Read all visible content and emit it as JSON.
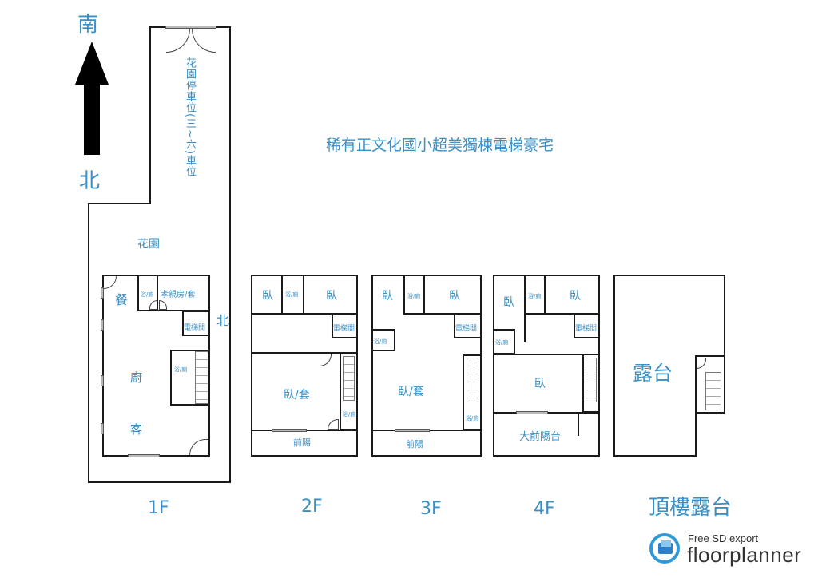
{
  "title": "稀有正文化國小超美獨棟電梯豪宅",
  "compass": {
    "top_label": "南",
    "bottom_label": "北",
    "arrow_icon": "arrow-up-icon"
  },
  "floors": {
    "f1": {
      "label": "1F",
      "parking_label": "花園停車位(三~六)車位",
      "garden_label": "花園",
      "north_label": "北",
      "rooms": {
        "dining": "餐",
        "kitchen": "廚",
        "living": "客",
        "bath1": "浴/廁",
        "parents_suite": "孝親房/套",
        "elevator": "電梯間",
        "bath2": "浴/廁"
      }
    },
    "f2": {
      "label": "2F",
      "rooms": {
        "bedroom_left": "臥",
        "bath_top": "浴/廁",
        "bedroom_right": "臥",
        "elevator": "電梯間",
        "master_suite": "臥/套",
        "bath_bottom": "浴/廁",
        "balcony": "前陽"
      }
    },
    "f3": {
      "label": "3F",
      "rooms": {
        "bedroom_left": "臥",
        "bath_top": "浴/廁",
        "bedroom_right": "臥",
        "elevator": "電梯間",
        "bath_left": "浴/廁",
        "master_suite": "臥/套",
        "bath_bottom": "浴/廁",
        "balcony": "前陽"
      }
    },
    "f4": {
      "label": "4F",
      "rooms": {
        "bedroom_left": "臥",
        "bath_top": "浴/廁",
        "bedroom_right": "臥",
        "elevator": "電梯間",
        "bath_left": "浴/廁",
        "bedroom_main": "臥",
        "balcony": "大前陽台"
      }
    },
    "roof": {
      "label": "頂樓露台",
      "terrace": "露台"
    }
  },
  "watermark": {
    "tagline": "Free SD export",
    "brand": "floorplanner",
    "logo_icon": "floorplanner-logo-icon"
  },
  "colors": {
    "label_blue": "#3a8fc4",
    "wall": "#1a1a1a"
  }
}
